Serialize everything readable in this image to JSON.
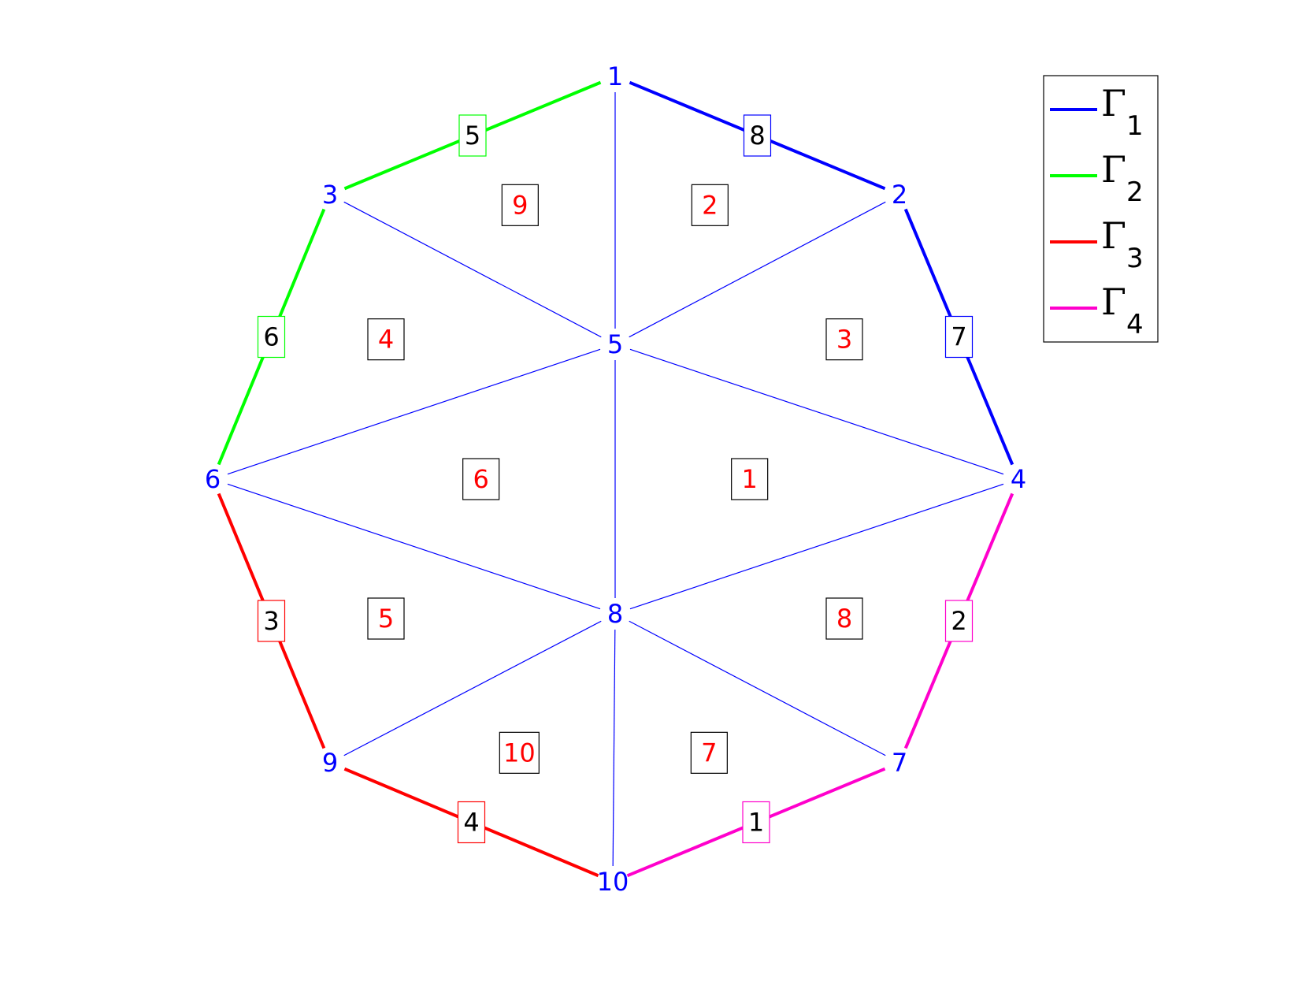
{
  "colors": {
    "node_text": "#0000ff",
    "element_text": "#ff0000",
    "interior_edge": "#0000ff",
    "edge_text": "#000000",
    "background": "#ffffff"
  },
  "nodes": [
    {
      "id": "1"
    },
    {
      "id": "2"
    },
    {
      "id": "3"
    },
    {
      "id": "4"
    },
    {
      "id": "5"
    },
    {
      "id": "6"
    },
    {
      "id": "7"
    },
    {
      "id": "8"
    },
    {
      "id": "9"
    },
    {
      "id": "10"
    }
  ],
  "interior_edges": [
    [
      "1",
      "5"
    ],
    [
      "2",
      "5"
    ],
    [
      "3",
      "5"
    ],
    [
      "4",
      "5"
    ],
    [
      "6",
      "5"
    ],
    [
      "8",
      "5"
    ],
    [
      "4",
      "8"
    ],
    [
      "6",
      "8"
    ],
    [
      "7",
      "8"
    ],
    [
      "9",
      "8"
    ],
    [
      "10",
      "8"
    ]
  ],
  "boundaries": [
    {
      "name": "Γ",
      "subscript": "1",
      "color": "#0000ff",
      "edges": [
        {
          "label": "8",
          "from": "1",
          "to": "2"
        },
        {
          "label": "7",
          "from": "2",
          "to": "4"
        }
      ]
    },
    {
      "name": "Γ",
      "subscript": "2",
      "color": "#00ff00",
      "edges": [
        {
          "label": "5",
          "from": "1",
          "to": "3"
        },
        {
          "label": "6",
          "from": "3",
          "to": "6"
        }
      ]
    },
    {
      "name": "Γ",
      "subscript": "3",
      "color": "#ff0000",
      "edges": [
        {
          "label": "3",
          "from": "6",
          "to": "9"
        },
        {
          "label": "4",
          "from": "9",
          "to": "10"
        }
      ]
    },
    {
      "name": "Γ",
      "subscript": "4",
      "color": "#ff00cc",
      "edges": [
        {
          "label": "2",
          "from": "4",
          "to": "7"
        },
        {
          "label": "1",
          "from": "7",
          "to": "10"
        }
      ]
    }
  ],
  "elements": [
    {
      "label": "1",
      "nodes": [
        "4",
        "5",
        "8"
      ]
    },
    {
      "label": "2",
      "nodes": [
        "1",
        "2",
        "5"
      ]
    },
    {
      "label": "3",
      "nodes": [
        "2",
        "4",
        "5"
      ]
    },
    {
      "label": "4",
      "nodes": [
        "3",
        "6",
        "5"
      ]
    },
    {
      "label": "5",
      "nodes": [
        "6",
        "9",
        "8"
      ]
    },
    {
      "label": "6",
      "nodes": [
        "5",
        "6",
        "8"
      ]
    },
    {
      "label": "7",
      "nodes": [
        "8",
        "7",
        "10"
      ]
    },
    {
      "label": "8",
      "nodes": [
        "4",
        "7",
        "8"
      ]
    },
    {
      "label": "9",
      "nodes": [
        "1",
        "3",
        "5"
      ]
    },
    {
      "label": "10",
      "nodes": [
        "8",
        "9",
        "10"
      ]
    }
  ]
}
